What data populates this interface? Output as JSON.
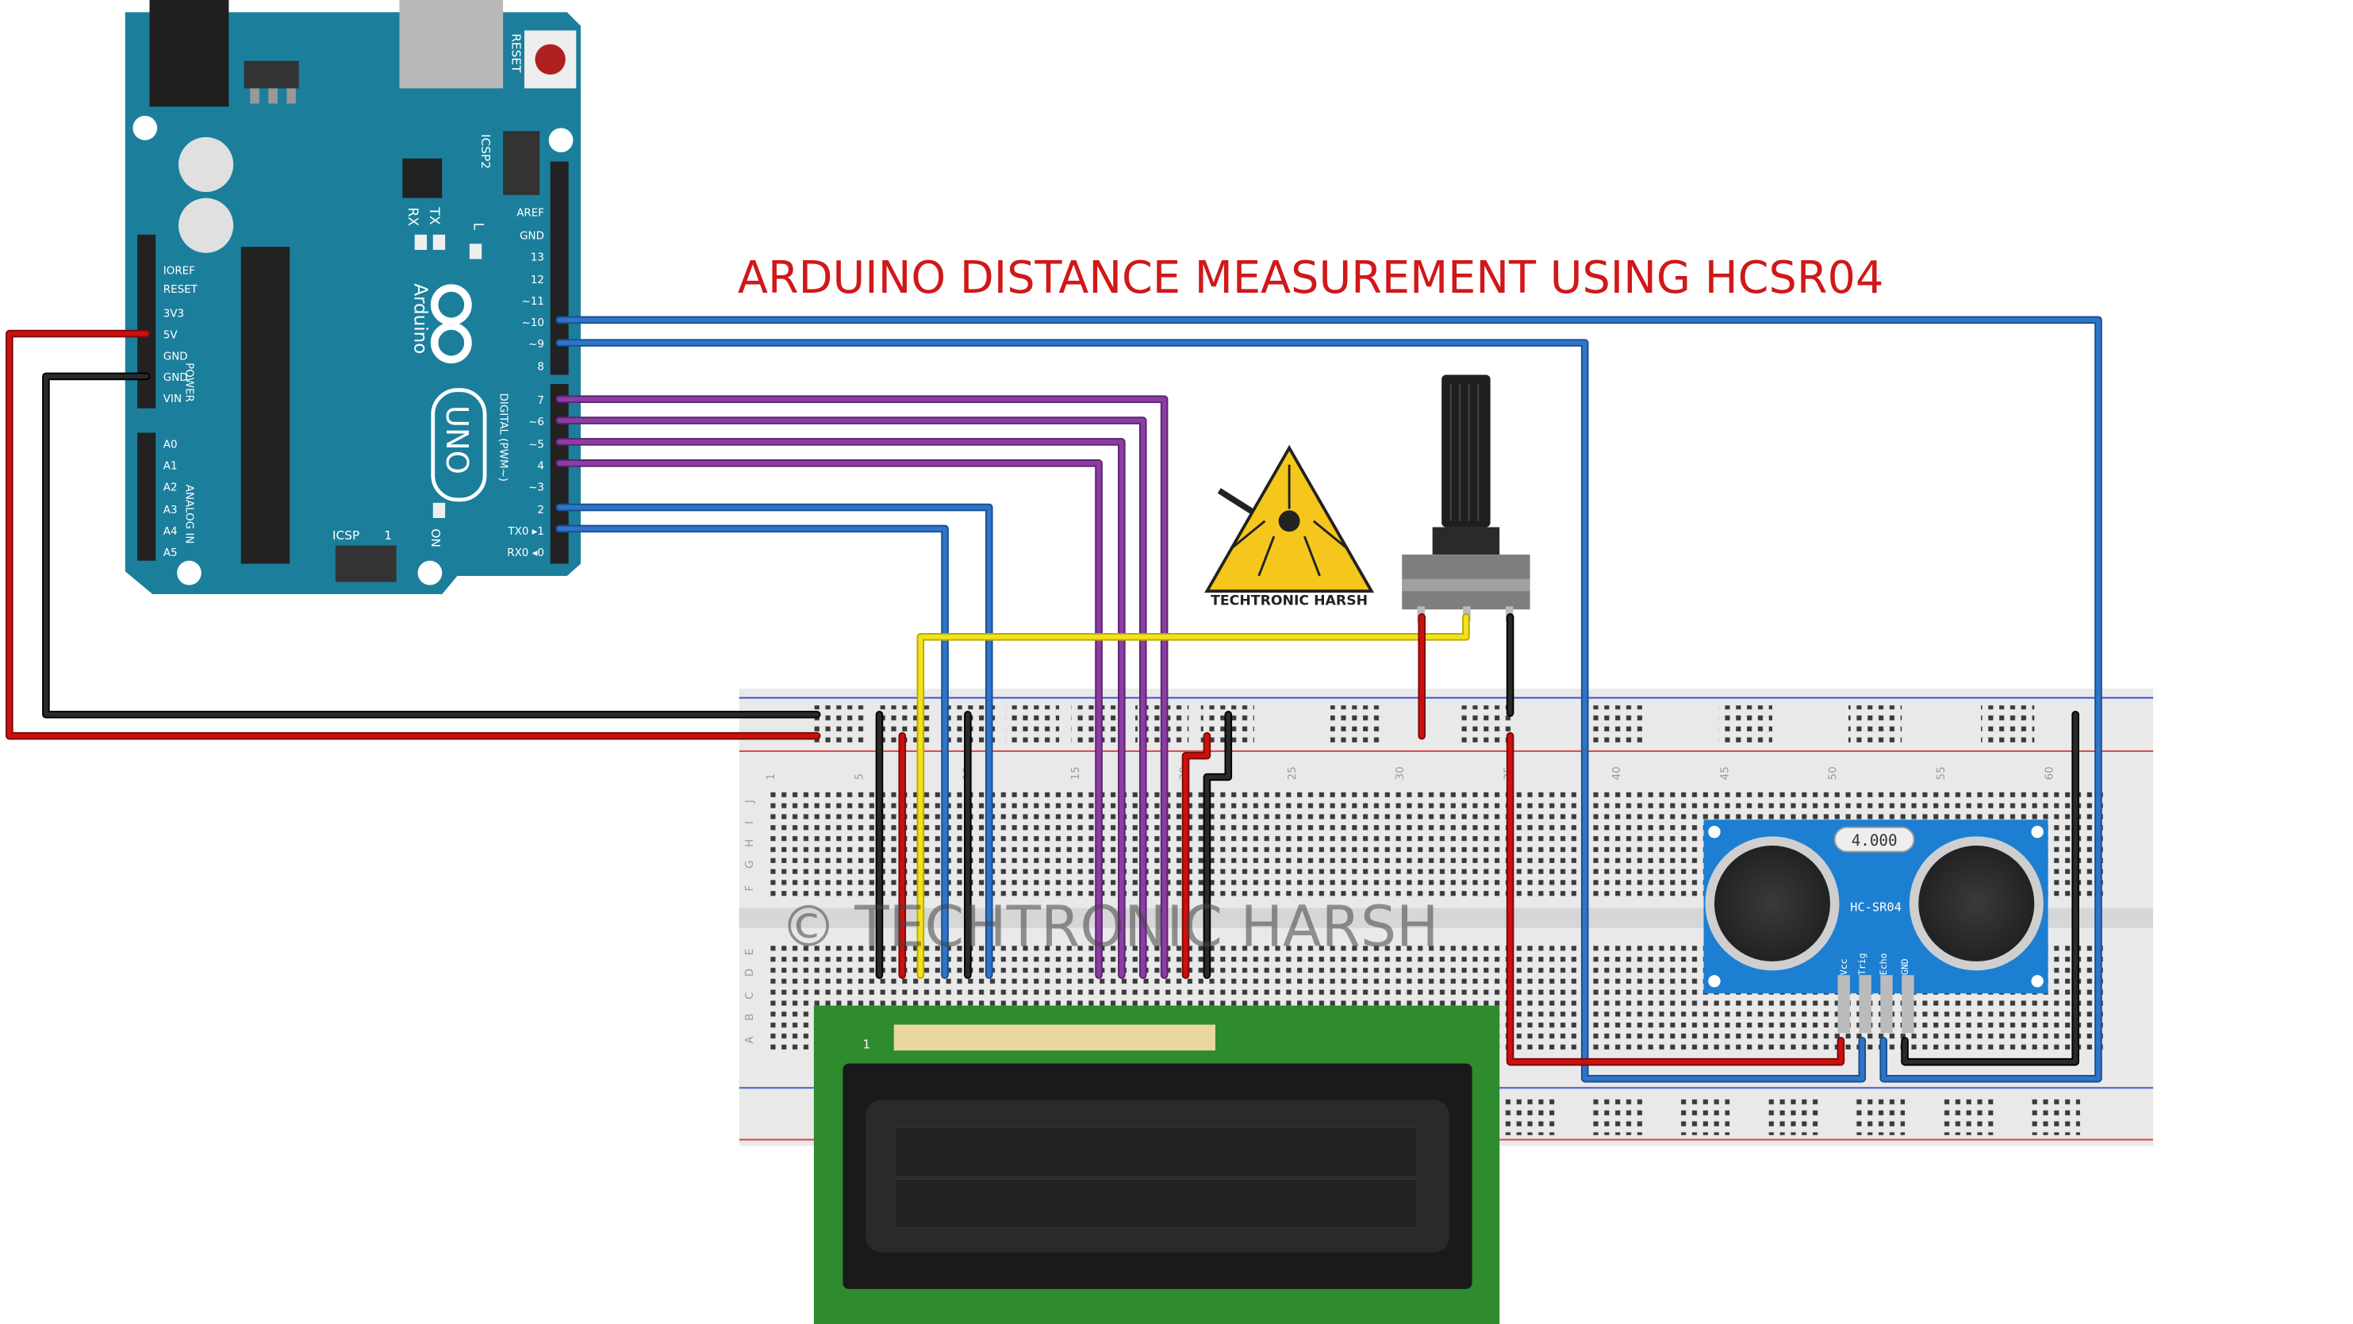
{
  "title": "ARDUINO DISTANCE MEASUREMENT USING HCSR04",
  "watermark": "© TECHTRONIC HARSH",
  "logo": {
    "text": "TECHTRONIC HARSH"
  },
  "arduino": {
    "brand": "Arduino",
    "model": "UNO",
    "reset_label": "RESET",
    "icsp2_label": "ICSP2",
    "icsp_label": "ICSP",
    "icsp_pin1": "1",
    "led_labels": [
      "L",
      "TX",
      "RX"
    ],
    "on_label": "ON",
    "power_pins": [
      "IOREF",
      "RESET",
      "3V3",
      "5V",
      "GND",
      "GND",
      "VIN"
    ],
    "power_label": "POWER",
    "analog_pins": [
      "A0",
      "A1",
      "A2",
      "A3",
      "A4",
      "A5"
    ],
    "analog_label": "ANALOG IN",
    "digital_pins_top": [
      "AREF",
      "GND",
      "13",
      "12",
      "~11",
      "~10",
      "~9",
      "8"
    ],
    "digital_pins_bottom": [
      "7",
      "~6",
      "~5",
      "4",
      "~3",
      "2",
      "TX0 ▸1",
      "RX0 ◂0"
    ],
    "digital_label": "DIGITAL (PWM~)"
  },
  "breadboard": {
    "column_numbers": [
      "1",
      "5",
      "10",
      "15",
      "20",
      "25",
      "30",
      "35",
      "40",
      "45",
      "50",
      "55",
      "60"
    ],
    "row_letters_top": [
      "J",
      "I",
      "H",
      "G",
      "F"
    ],
    "row_letters_bottom": [
      "E",
      "D",
      "C",
      "B",
      "A"
    ]
  },
  "sensor": {
    "model": "HC-SR04",
    "crystal": "4.000",
    "pins": [
      "Vcc",
      "Trig",
      "Echo",
      "GND"
    ]
  },
  "lcd": {
    "pin1_label": "1"
  },
  "colors": {
    "title": "#d01818",
    "board": "#1b7f9c",
    "wire_red": "#cc1010",
    "wire_black": "#1a1a1a",
    "wire_blue": "#2e74c9",
    "wire_purple": "#8a3ea3",
    "wire_yellow": "#f2e21a",
    "lcd_green": "#2e8b2e",
    "sensor_blue": "#1d7fd1",
    "logo_yellow": "#f5c61c"
  }
}
